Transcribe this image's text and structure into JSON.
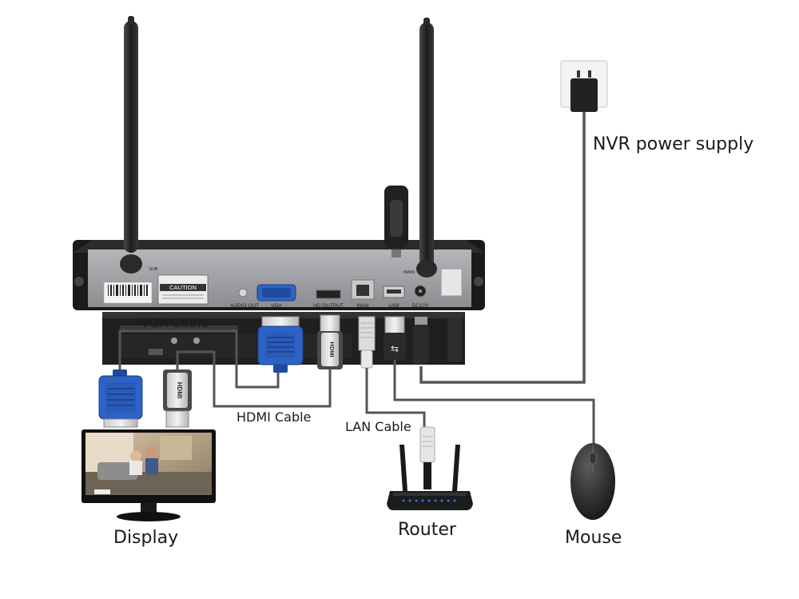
{
  "labels": {
    "power": "NVR power supply",
    "vga_cable": "VGA Cable",
    "hdmi_cable": "HDMI Cable",
    "lan_cable": "LAN Cable",
    "display": "Display",
    "router": "Router",
    "mouse": "Mouse"
  },
  "nvr": {
    "caution": "CAUTION",
    "ports": {
      "audio_out": "AUDIO OUT",
      "vga": "VGA",
      "hd_output": "HD OUTPUT",
      "wan": "WAN",
      "usb": "USB",
      "dc12v": "DC12V",
      "sub": "SUB",
      "main": "MAIN"
    }
  },
  "connector_text": {
    "hdmi": "HDMI"
  },
  "colors": {
    "cable": "#4a4a4a",
    "vga_blue": "#2a5bb8",
    "nvr_body": "#1e1e1e",
    "nvr_panel": "#9a9c9f"
  }
}
